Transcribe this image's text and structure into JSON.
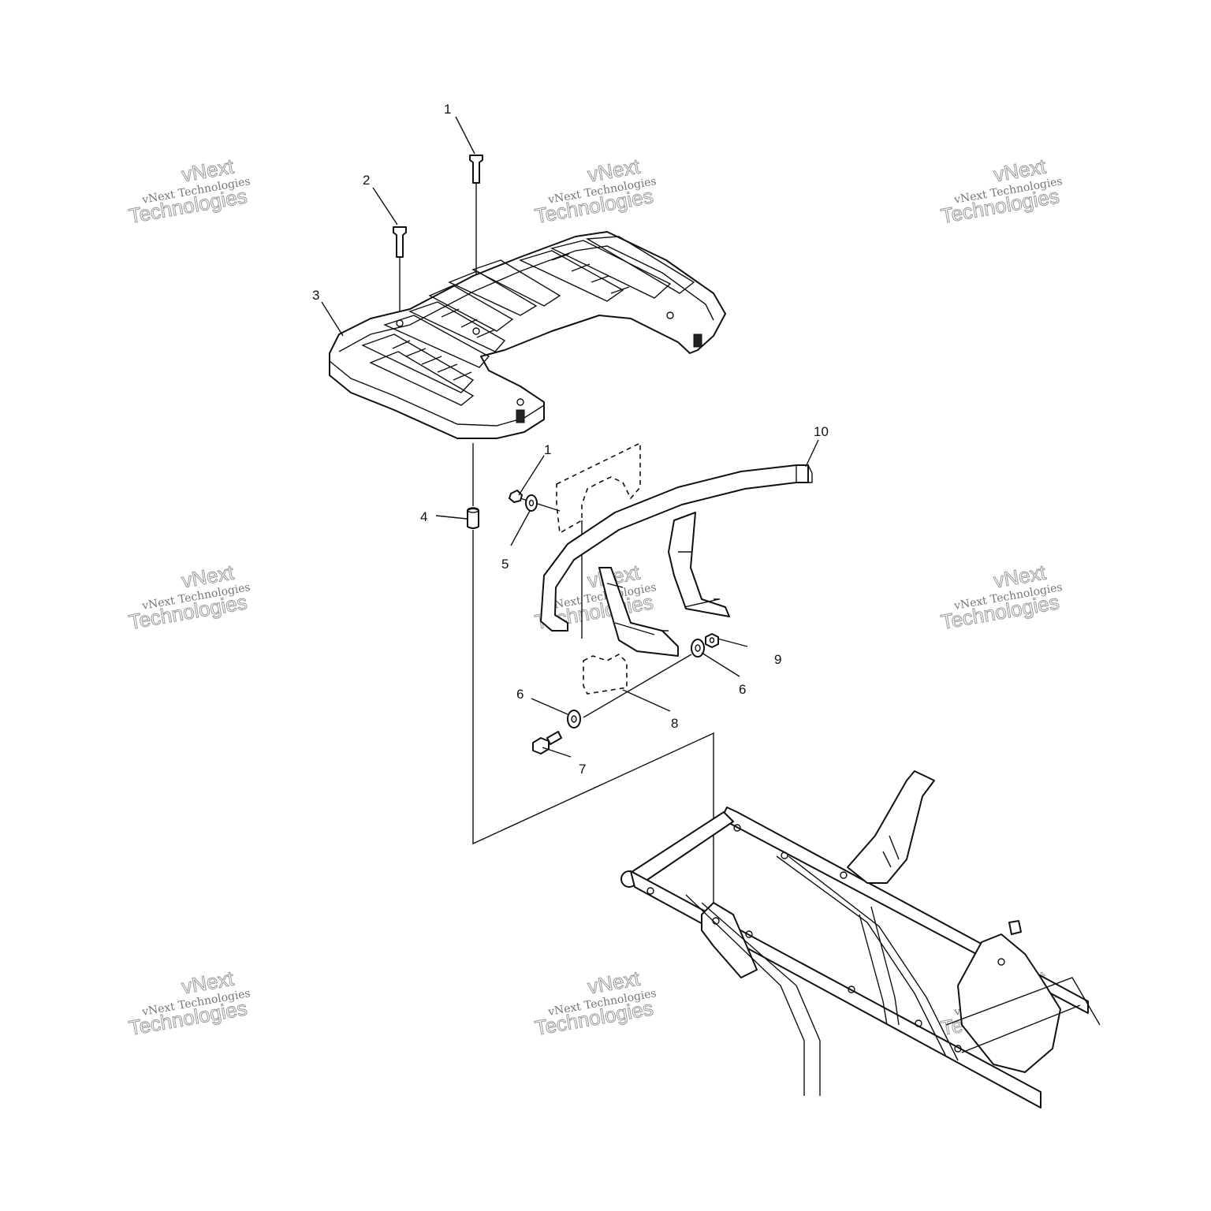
{
  "callouts": [
    {
      "id": "c1a",
      "text": "1"
    },
    {
      "id": "c2",
      "text": "2"
    },
    {
      "id": "c3",
      "text": "3"
    },
    {
      "id": "c1b",
      "text": "1"
    },
    {
      "id": "c10",
      "text": "10"
    },
    {
      "id": "c4",
      "text": "4"
    },
    {
      "id": "c5",
      "text": "5"
    },
    {
      "id": "c9",
      "text": "9"
    },
    {
      "id": "c6a",
      "text": "6"
    },
    {
      "id": "c6b",
      "text": "6"
    },
    {
      "id": "c8",
      "text": "8"
    },
    {
      "id": "c7",
      "text": "7"
    }
  ],
  "watermark": {
    "line_small": "vNext Technologies",
    "line_big_top": "vNext",
    "line_big_bottom": "Technologies"
  }
}
